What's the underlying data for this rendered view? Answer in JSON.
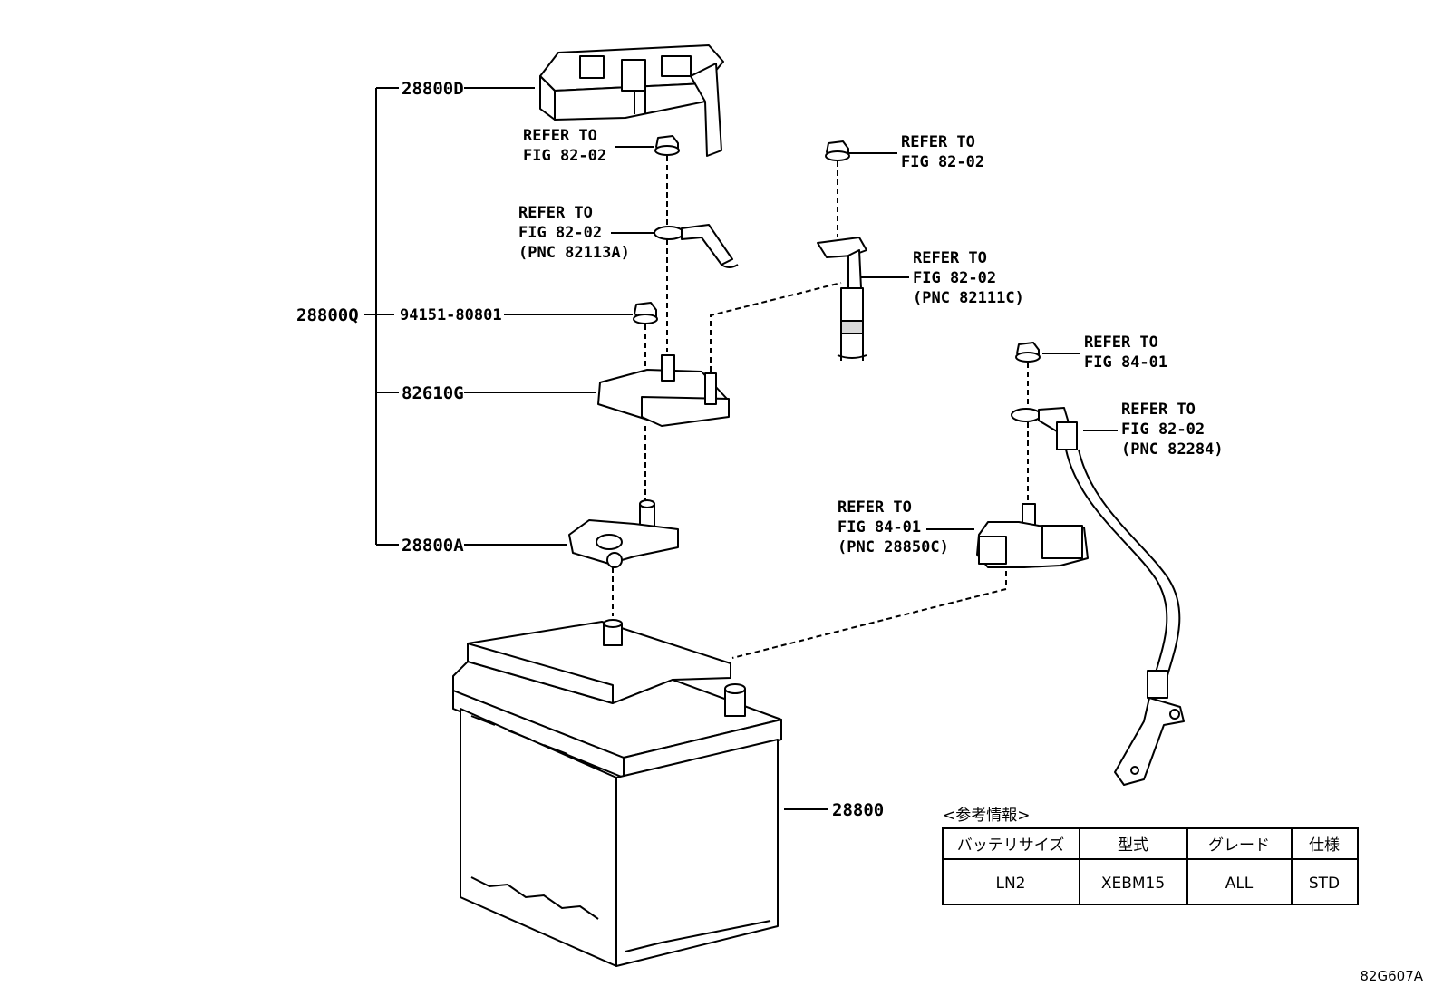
{
  "labels": {
    "p28800D": "28800D",
    "p28800Q": "28800Q",
    "p94151": "94151-80801",
    "p82610G": "82610G",
    "p28800A": "28800A",
    "p28800": "28800"
  },
  "refs": {
    "r1": {
      "l1": "REFER TO",
      "l2": "FIG 82-02"
    },
    "r2": {
      "l1": "REFER TO",
      "l2": "FIG 82-02",
      "l3": "(PNC 82113A)"
    },
    "r3": {
      "l1": "REFER TO",
      "l2": "FIG 82-02"
    },
    "r4": {
      "l1": "REFER TO",
      "l2": "FIG 82-02",
      "l3": "(PNC 82111C)"
    },
    "r5": {
      "l1": "REFER TO",
      "l2": "FIG 84-01"
    },
    "r6": {
      "l1": "REFER TO",
      "l2": "FIG 82-02",
      "l3": "(PNC 82284)"
    },
    "r7": {
      "l1": "REFER TO",
      "l2": "FIG 84-01",
      "l3": "(PNC 28850C)"
    }
  },
  "info_table": {
    "caption": "<参考情報>",
    "headers": [
      "バッテリサイズ",
      "型式",
      "グレード",
      "仕様"
    ],
    "row": [
      "LN2",
      "XEBM15",
      "ALL",
      "STD"
    ]
  },
  "figure_code": "82G607A"
}
